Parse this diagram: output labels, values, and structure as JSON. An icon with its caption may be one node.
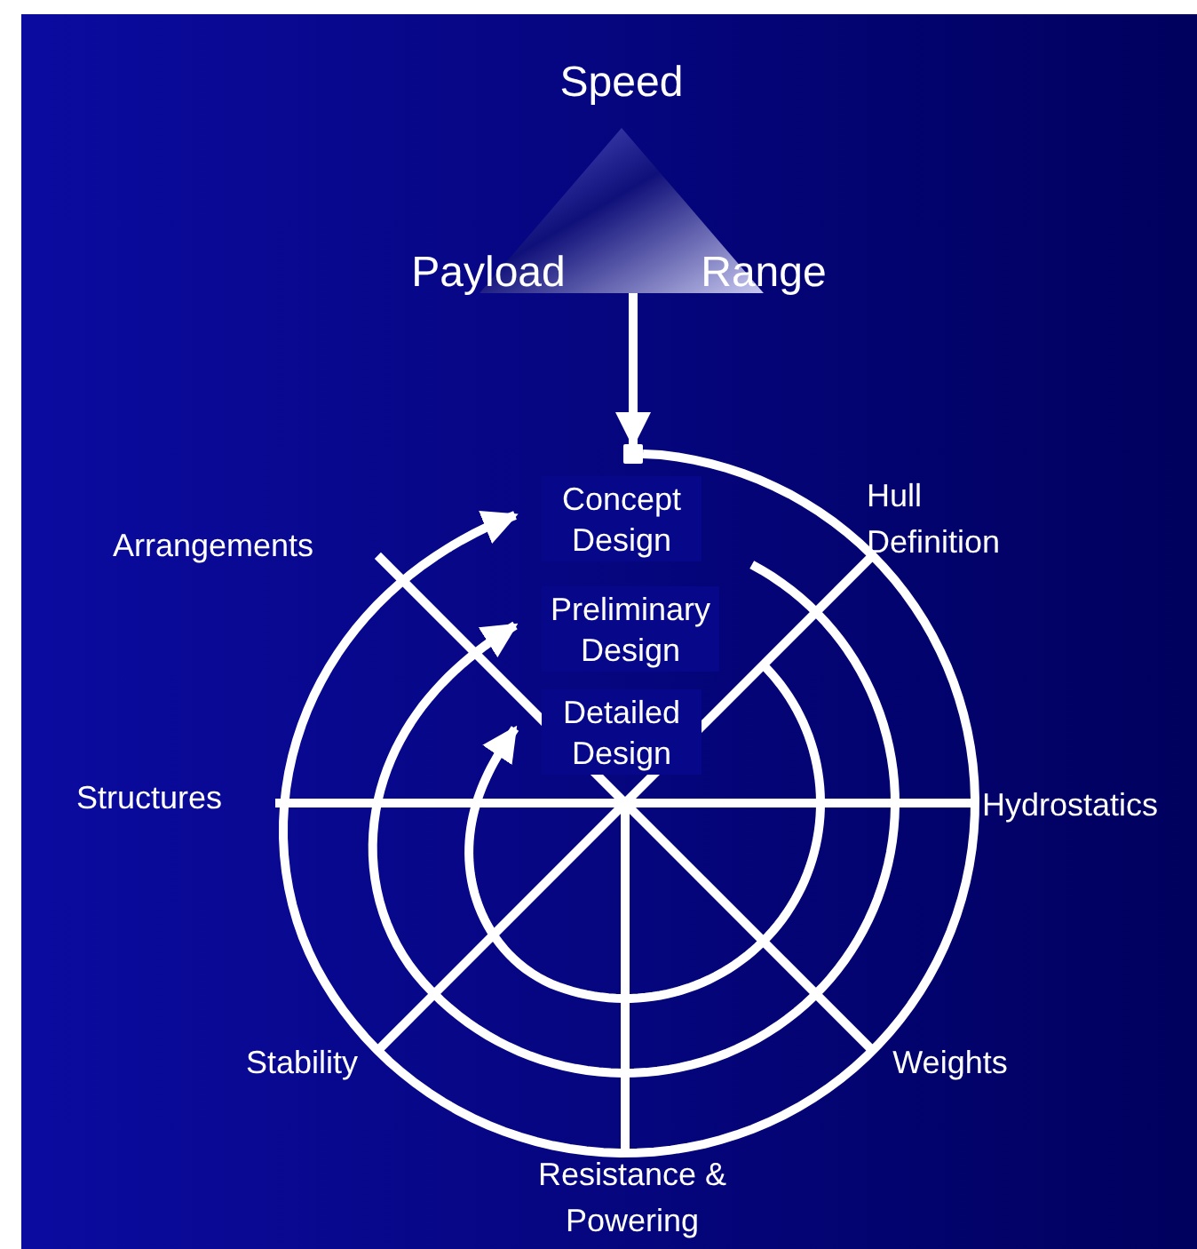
{
  "diagram": {
    "nodes": [
      {
        "text": [
          "Speed",
          "Payload",
          "Range"
        ]
      },
      {
        "text": [],
        "shape": "box"
      },
      {
        "text": [
          "Concept Design"
        ]
      },
      {
        "text": [
          "Preliminary Design"
        ]
      },
      {
        "text": [
          "Detailed Design"
        ]
      }
    ],
    "edges": [
      {
        "from": 0,
        "to": 1,
        "arrow": "to"
      },
      {
        "from": 1,
        "to": 2,
        "arrow": "to"
      },
      {
        "from": null,
        "to": 3,
        "arrow": "to"
      },
      {
        "from": null,
        "to": 4,
        "arrow": "to"
      }
    ],
    "labels": [
      "Hull Definition",
      "Arrangements",
      "Structures",
      "Hydrostatics",
      "Stability",
      "Weights",
      "Resistance & Powering"
    ]
  }
}
